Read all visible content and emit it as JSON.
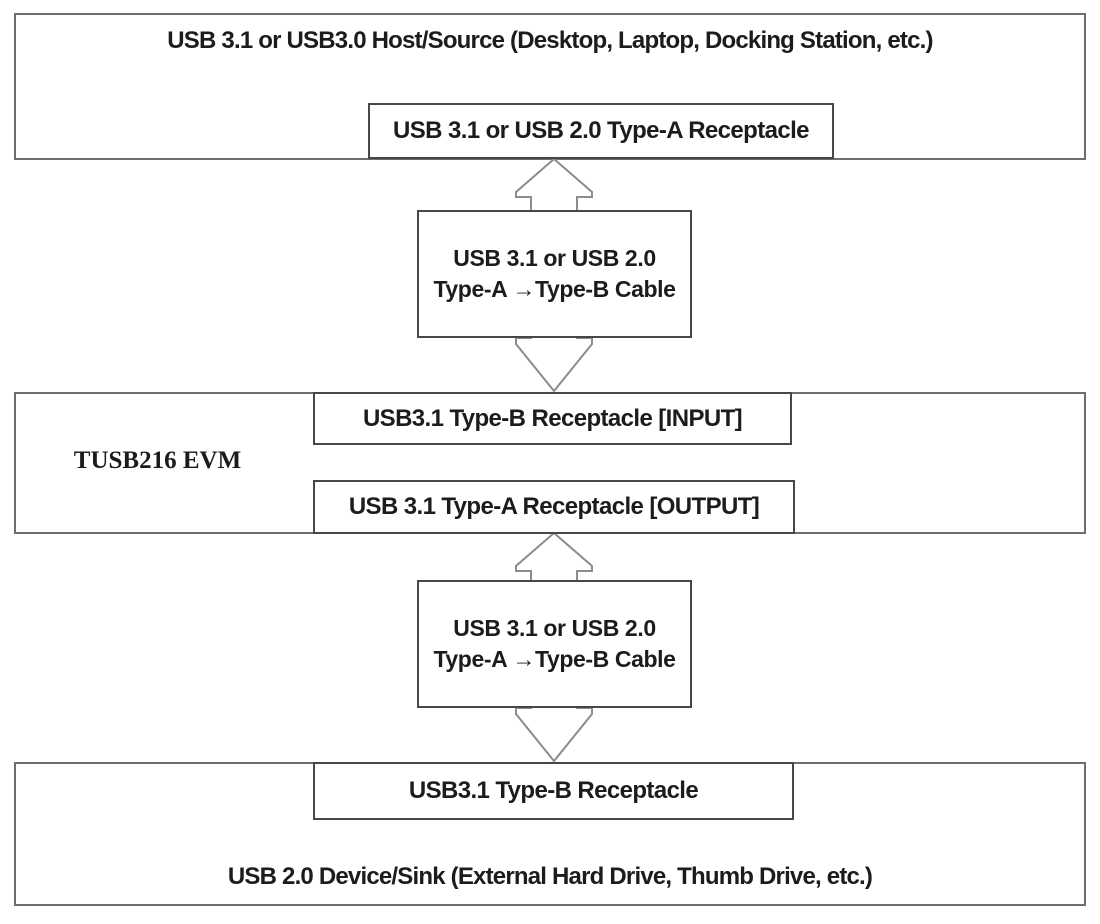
{
  "host": {
    "title": "USB 3.1 or USB3.0 Host/Source (Desktop, Laptop, Docking Station, etc.)",
    "receptacle": "USB 3.1 or USB 2.0 Type-A Receptacle"
  },
  "cable_top": {
    "line1": "USB 3.1 or USB 2.0",
    "line2": "Type-A →Type-B Cable"
  },
  "evm": {
    "label": "TUSB216 EVM",
    "input_receptacle": "USB3.1 Type-B Receptacle [INPUT]",
    "output_receptacle": "USB 3.1 Type-A Receptacle [OUTPUT]"
  },
  "cable_bottom": {
    "line1": "USB 3.1 or USB 2.0",
    "line2": "Type-A →Type-B Cable"
  },
  "device": {
    "receptacle": "USB3.1 Type-B Receptacle",
    "title": "USB 2.0 Device/Sink (External Hard Drive, Thumb Drive, etc.)"
  },
  "colors": {
    "outer_border": "#6e6e6e",
    "inner_border": "#474747",
    "arrow_stroke": "#8c8c8c",
    "text": "#1c1c1c",
    "background": "#ffffff"
  }
}
